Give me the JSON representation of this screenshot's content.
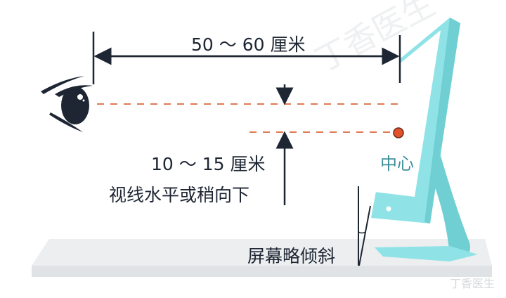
{
  "distance_label": "50 ～ 60 厘米",
  "height_label": "10 ～ 15 厘米",
  "gaze_label": "视线水平或稍向下",
  "center_label": "中心",
  "tilt_label": "屏幕略倾斜",
  "watermark": "丁香医生",
  "colors": {
    "monitor": "#8fe3e6",
    "monitor_dark": "#6fcfd3",
    "dashed": "#e07a52",
    "dot": "#e0512c",
    "ink": "#1e2633",
    "desk": "#eceef0"
  }
}
